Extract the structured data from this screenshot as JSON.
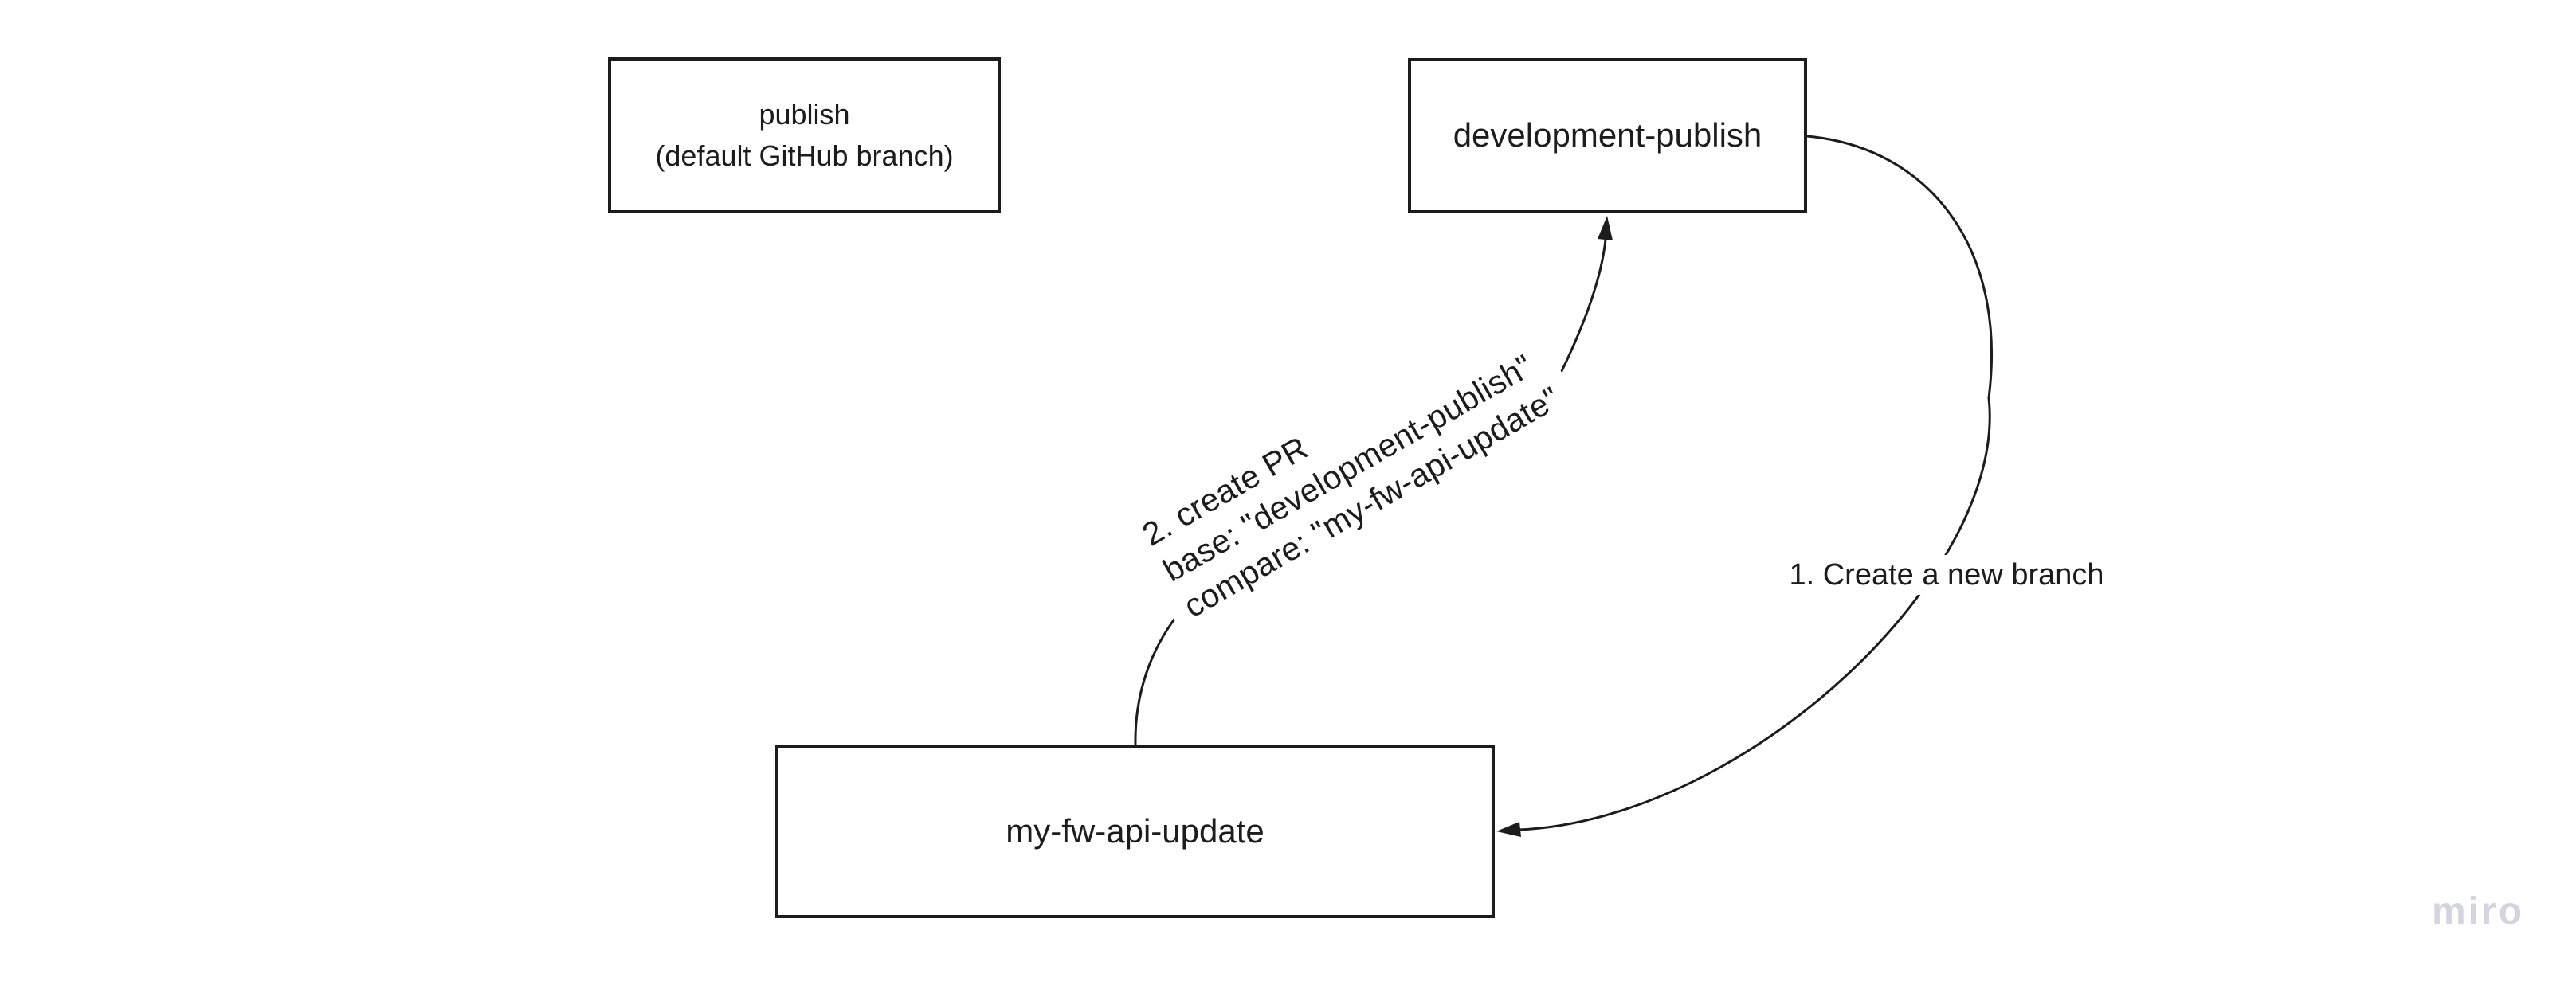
{
  "shapes": {
    "publish": {
      "label": "publish\n(default GitHub branch)"
    },
    "development_publish": {
      "label": "development-publish"
    },
    "my_fw_api_update": {
      "label": "my-fw-api-update"
    }
  },
  "connectors": {
    "create_branch": {
      "label": "1. Create a new branch"
    },
    "create_pr": {
      "label": "2. create PR\nbase: \"development-publish\"\ncompare: \"my-fw-api-update\""
    }
  },
  "watermark": {
    "text": "miro"
  },
  "colors": {
    "stroke": "#1c1c1c",
    "text": "#1c1c1c",
    "watermark_color": "#d4d3e0",
    "background": "#ffffff"
  }
}
